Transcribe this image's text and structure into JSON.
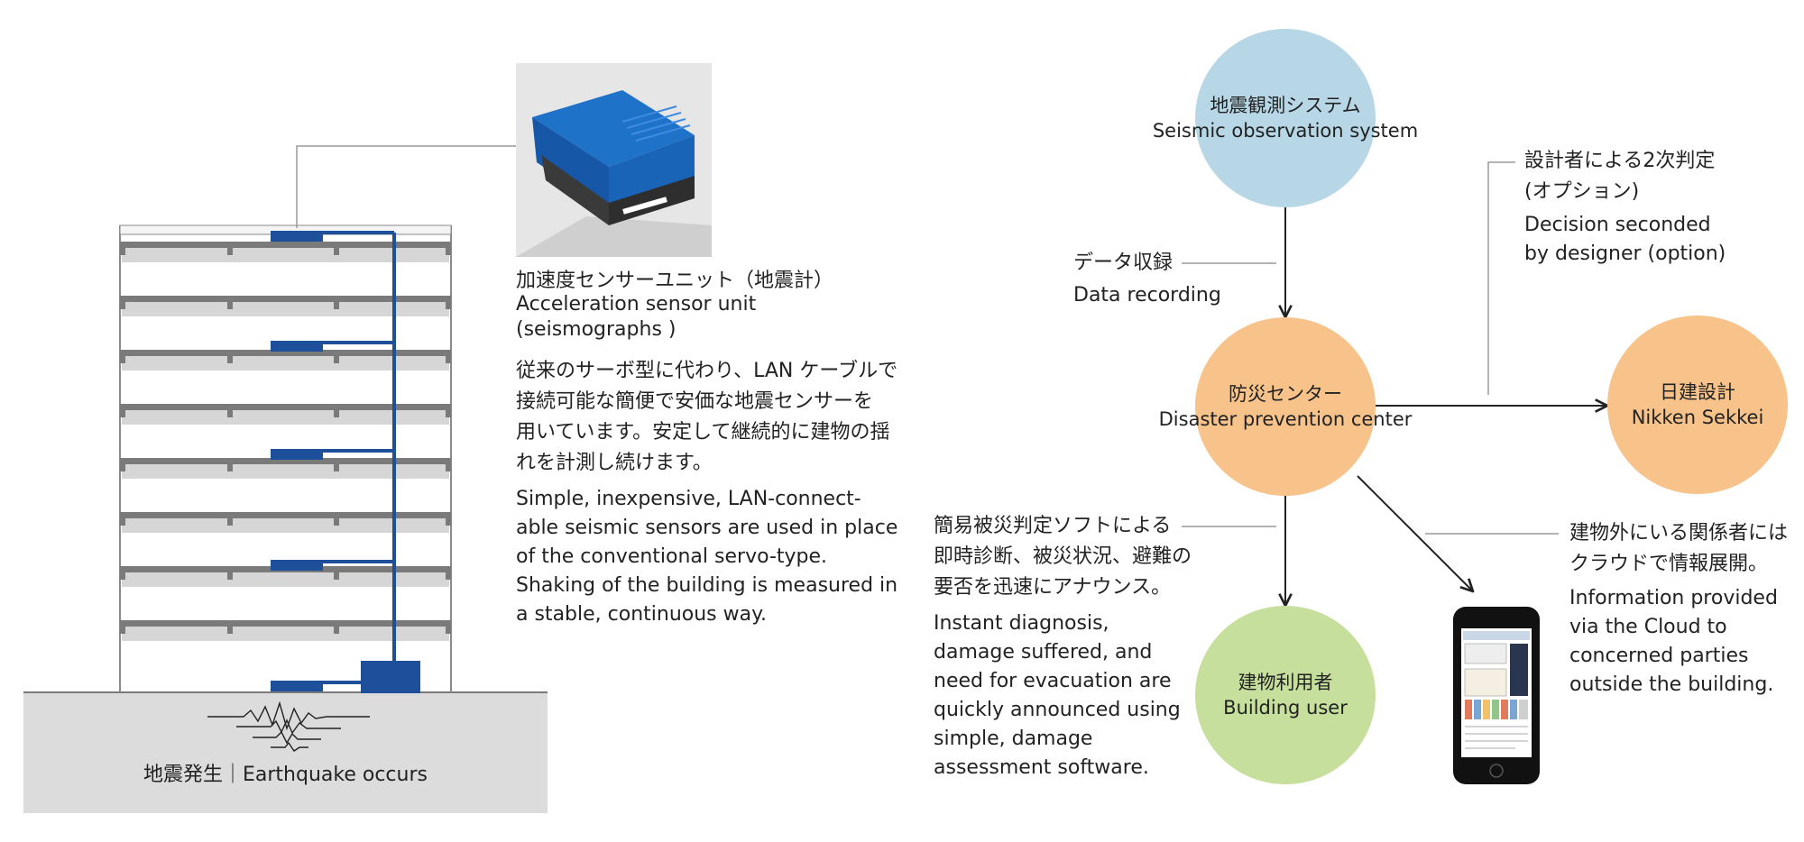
{
  "sensor": {
    "label_ja": "加速度センサーユニット（地震計）",
    "label_en_1": "Acceleration sensor unit",
    "label_en_2": "(seismographs )",
    "desc_ja": [
      "従来のサーボ型に代わり、LAN ケーブルで",
      "接続可能な簡便で安価な地震センサーを",
      "用いています。安定して継続的に建物の揺",
      "れを計測し続けます。"
    ],
    "desc_en": [
      "Simple, inexpensive, LAN-connect-",
      "able seismic sensors are used in place",
      "of the conventional servo-type.",
      "Shaking of the building is measured in",
      "a stable, continuous way."
    ]
  },
  "ground": {
    "label": "地震発生｜Earthquake occurs"
  },
  "nodes": {
    "seismic": {
      "ja": "地震観測システム",
      "en": "Seismic observation system",
      "color": "#b7d7e6"
    },
    "center": {
      "ja": "防災センター",
      "en": "Disaster prevention center",
      "color": "#f7c38a"
    },
    "nikken": {
      "ja": "日建設計",
      "en": "Nikken Sekkei",
      "color": "#f7c38a"
    },
    "user": {
      "ja": "建物利用者",
      "en": "Building user",
      "color": "#c6df9c"
    }
  },
  "labels": {
    "data_recording": {
      "ja": "データ収録",
      "en": "Data recording"
    },
    "designer": {
      "ja": [
        "設計者による2次判定",
        "(オプション)"
      ],
      "en": [
        "Decision seconded",
        "by designer (option)"
      ]
    },
    "software": {
      "ja": [
        "簡易被災判定ソフトによる",
        "即時診断、被災状況、避難の",
        "要否を迅速にアナウンス。"
      ],
      "en": [
        "Instant diagnosis,",
        "damage suffered, and",
        "need for evacuation are",
        "quickly announced using",
        "simple, damage",
        "assessment software."
      ]
    },
    "cloud": {
      "ja": [
        "建物外にいる関係者には",
        "クラウドで情報展開。"
      ],
      "en": [
        "Information provided",
        "via the Cloud to",
        "concerned parties",
        "outside the building."
      ]
    }
  },
  "colors": {
    "pipe": "#1d4f9b",
    "ground": "#dcdcdc",
    "slab": "#7a7a7a",
    "arrow": "#222222",
    "leader": "#9a9a9a"
  }
}
